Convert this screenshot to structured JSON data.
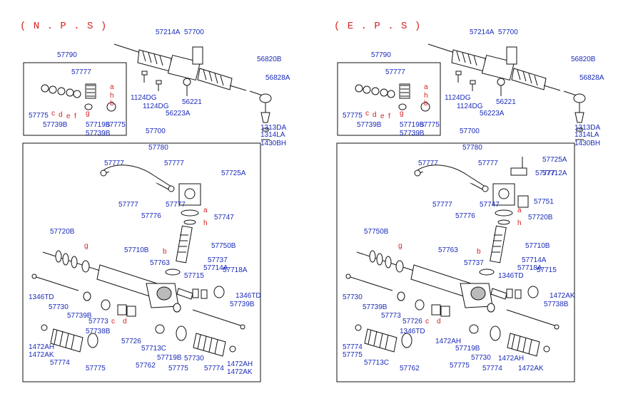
{
  "left": {
    "title": "( N . P . S )",
    "labels": [
      "57214A",
      "57700",
      "57790",
      "57777",
      "1124DG",
      "56221",
      "1124DG",
      "56223A",
      "56820B",
      "56828A",
      "57775",
      "57739B",
      "57719B",
      "57739B",
      "57775",
      "1313DA",
      "1314LA",
      "1430BH",
      "57700",
      "57780",
      "57777",
      "57725A",
      "57777",
      "57777",
      "57776",
      "57777",
      "57747",
      "57720B",
      "57750B",
      "57710B",
      "57763",
      "57737",
      "57714A",
      "57718A",
      "57715",
      "1346TD",
      "57730",
      "57739B",
      "57739B",
      "57773",
      "57738B",
      "57726",
      "1346TD",
      "1472AH",
      "1472AK",
      "57774",
      "57775",
      "57713C",
      "57762",
      "57719B",
      "57775",
      "57730",
      "57774",
      "1472AH",
      "1472AK"
    ],
    "letters": [
      "a",
      "h",
      "b",
      "c",
      "d",
      "e",
      "f",
      "g",
      "a",
      "h",
      "g",
      "b",
      "c",
      "d"
    ]
  },
  "right": {
    "title": "( E . P . S )",
    "labels": [
      "57214A",
      "57700",
      "57790",
      "57777",
      "1124DG",
      "56221",
      "1124DG",
      "56223A",
      "56820B",
      "56828A",
      "57775",
      "57739B",
      "57719B",
      "57739B",
      "57775",
      "1313DA",
      "1314LA",
      "1430BH",
      "57700",
      "57780",
      "57725A",
      "57777",
      "57777",
      "57712A",
      "57751",
      "57777",
      "57777",
      "57776",
      "57747",
      "57720B",
      "57750B",
      "57710B",
      "57763",
      "57737",
      "57714A",
      "57718A",
      "57715",
      "1346TD",
      "57730",
      "57739B",
      "57773",
      "57738B",
      "57726",
      "1346TD",
      "1472AH",
      "1472AK",
      "57774",
      "57775",
      "57713C",
      "57762",
      "57719B",
      "57775",
      "57730",
      "57774",
      "1472AH",
      "1472AK"
    ],
    "letters": [
      "a",
      "h",
      "b",
      "c",
      "d",
      "e",
      "f",
      "g",
      "a",
      "h",
      "g",
      "b",
      "c",
      "d"
    ]
  }
}
